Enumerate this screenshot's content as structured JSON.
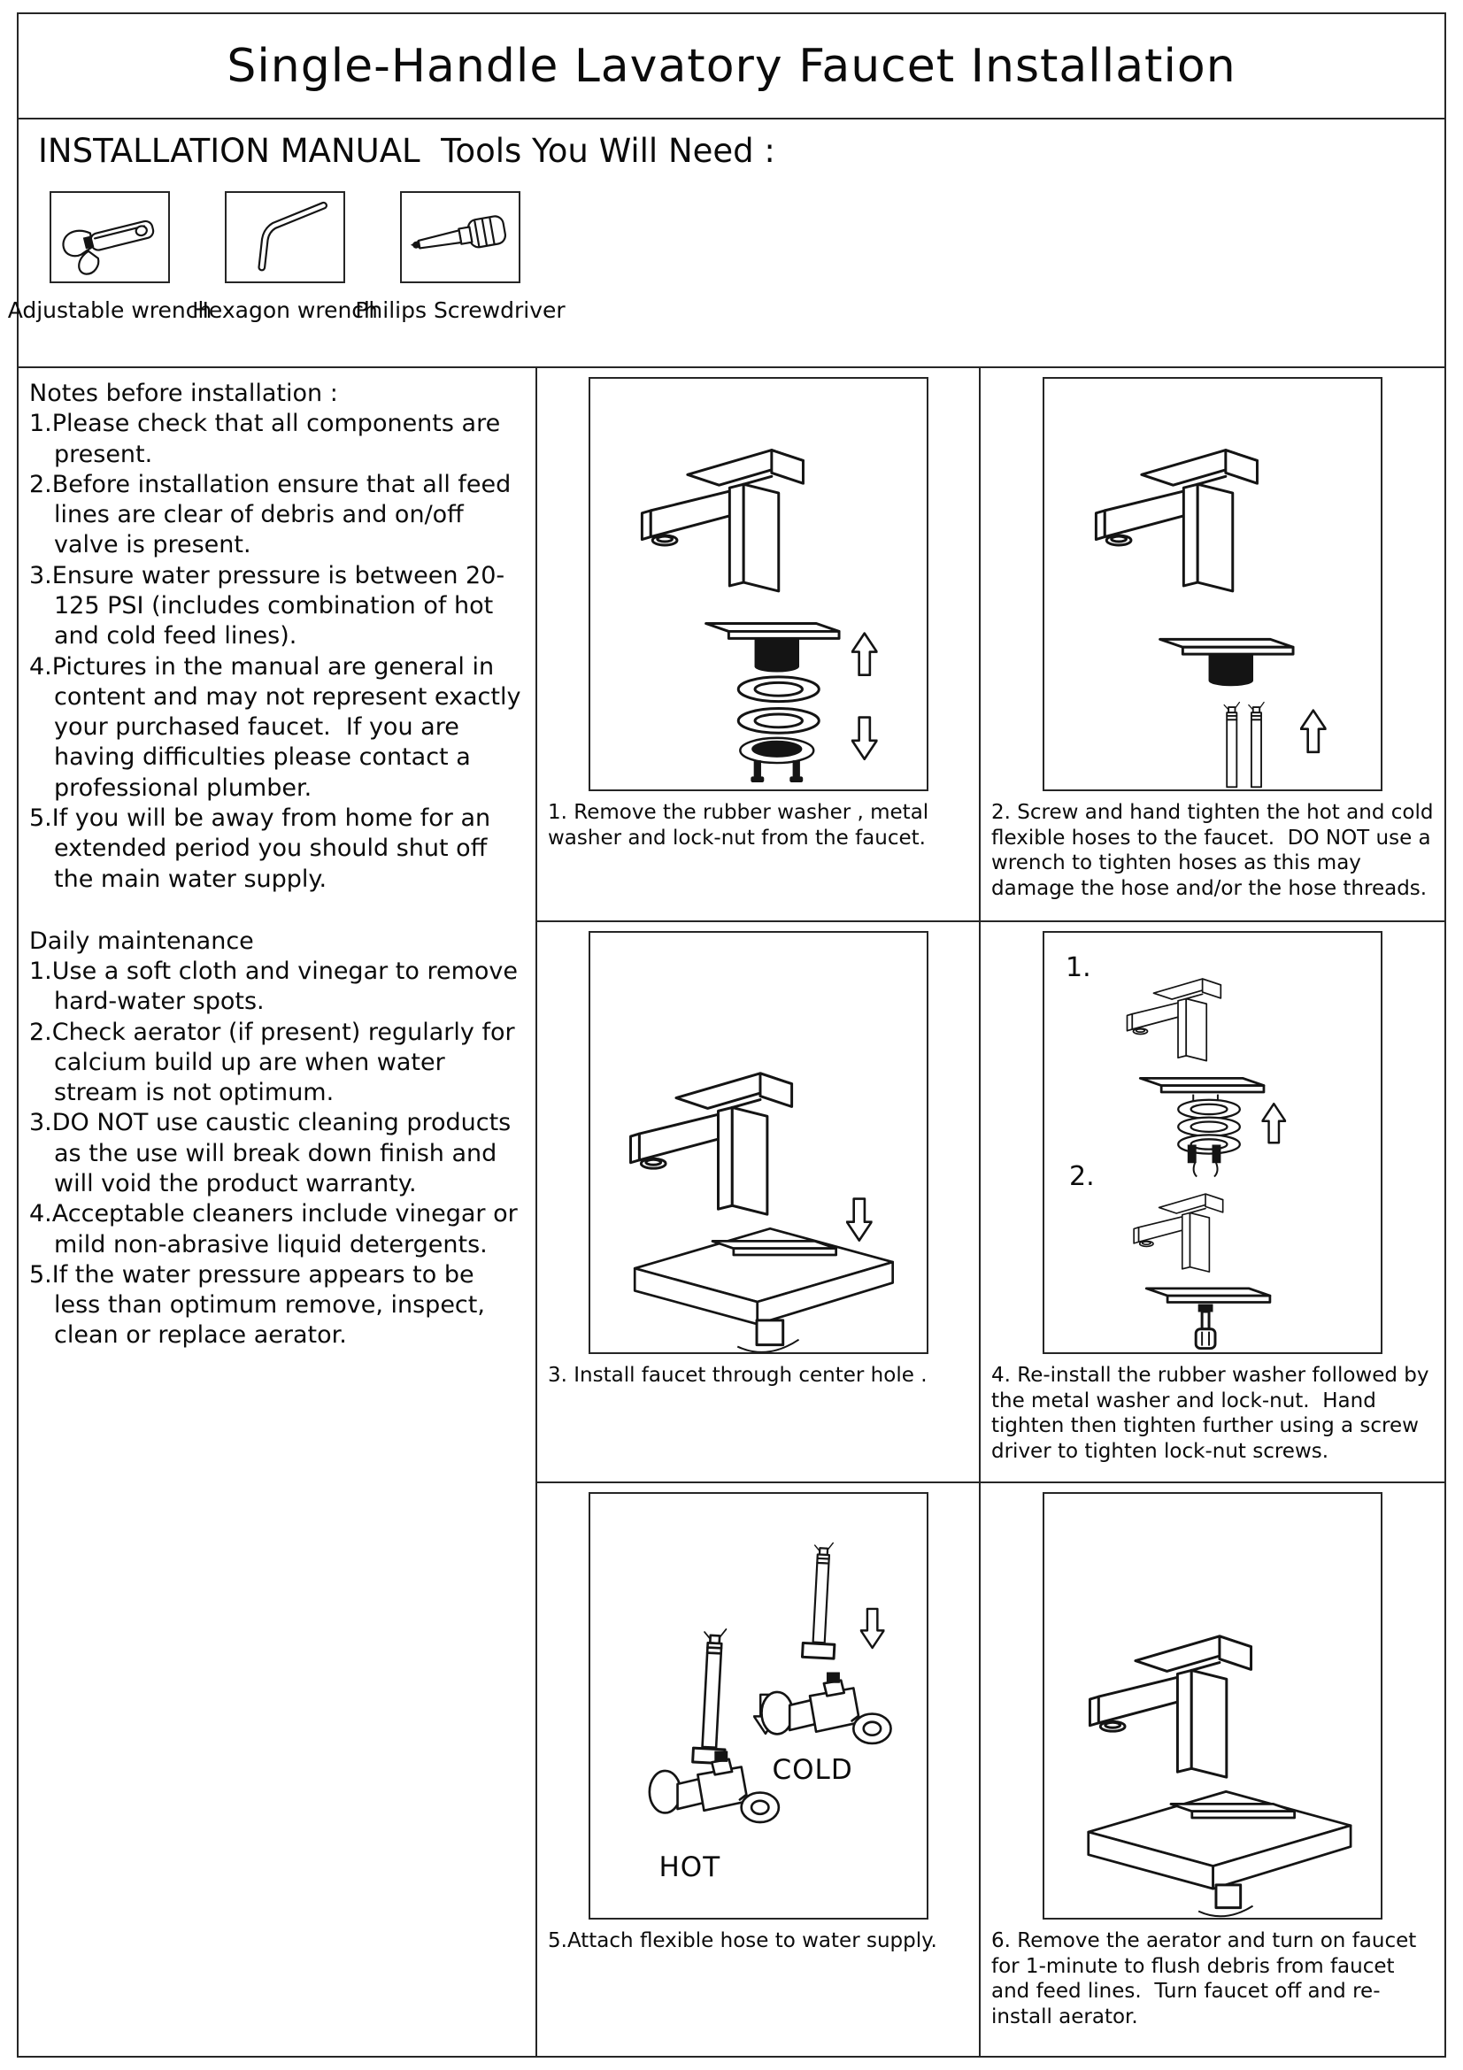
{
  "header": {
    "title": "Single-Handle Lavatory Faucet Installation"
  },
  "tools_section": {
    "heading": "INSTALLATION MANUAL  Tools You Will Need :",
    "tools": [
      {
        "icon": "adjustable-wrench-icon",
        "label": "Adjustable wrench"
      },
      {
        "icon": "hexagon-wrench-icon",
        "label": "Hexagon wrench"
      },
      {
        "icon": "philips-screwdriver-icon",
        "label": "Philips Screwdriver"
      }
    ]
  },
  "notes": {
    "title": "Notes before installation :",
    "items": [
      "1.Please check that all components are present.",
      "2.Before installation ensure that all feed lines are clear of debris and on/off valve is present.",
      "3.Ensure water pressure is between 20-125 PSI (includes combination of hot and cold feed lines).",
      "4.Pictures in the manual are general in content and may not represent exactly your purchased faucet.  If you are having difficulties please contact a professional plumber.",
      "5.If you will be away from home for an extended period you should shut off the main water supply."
    ]
  },
  "maintenance": {
    "title": "Daily maintenance",
    "items": [
      "1.Use a soft cloth and vinegar to remove hard-water spots.",
      "2.Check aerator (if present) regularly for calcium build up are when water stream is not optimum.",
      "3.DO NOT use caustic cleaning products as the use will break down finish and will void the product warranty.",
      "4.Acceptable cleaners include vinegar or mild non-abrasive liquid detergents.",
      "5.If the water pressure appears to be less than optimum remove, inspect, clean or replace aerator."
    ]
  },
  "steps": [
    {
      "caption": "1. Remove the rubber washer , metal washer and lock-nut from the faucet."
    },
    {
      "caption": "2. Screw and hand tighten the hot and cold flexible hoses to the faucet.  DO NOT use a wrench to tighten hoses as this may damage the hose and/or the hose threads."
    },
    {
      "caption": "3. Install faucet through center hole ."
    },
    {
      "caption": "4. Re-install the rubber washer followed by the metal washer and lock-nut.  Hand tighten then tighten further using a screw driver to tighten lock-nut screws.",
      "sub1_label": "1.",
      "sub2_label": "2."
    },
    {
      "caption": "5.Attach flexible hose to water supply.",
      "hot_label": "HOT",
      "cold_label": "COLD"
    },
    {
      "caption": "6. Remove the aerator and turn on faucet for 1-minute to flush debris from faucet and feed lines.  Turn faucet off and re-install aerator."
    }
  ]
}
